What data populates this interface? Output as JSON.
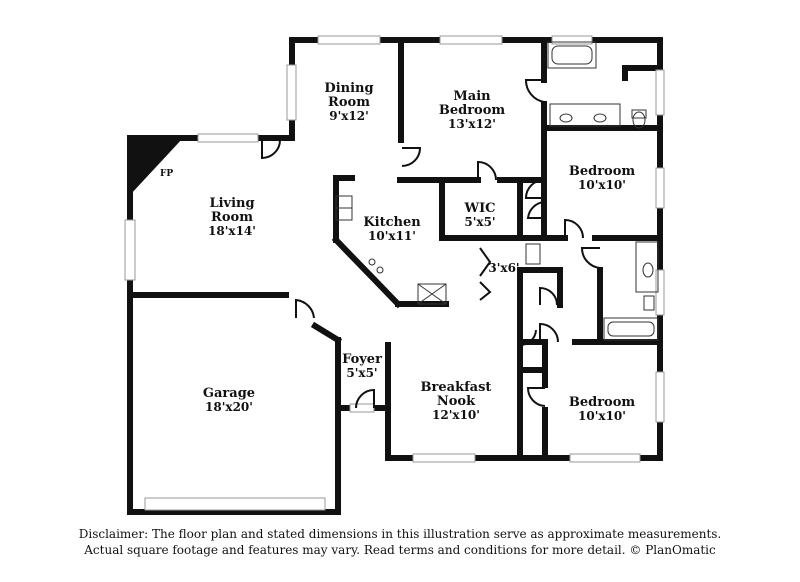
{
  "rooms": {
    "dining": {
      "name1": "Dining",
      "name2": "Room",
      "dim": "9'x12'"
    },
    "main_bedroom": {
      "name1": "Main",
      "name2": "Bedroom",
      "dim": "13'x12'"
    },
    "bedroom_ne": {
      "name": "Bedroom",
      "dim": "10'x10'"
    },
    "living": {
      "name1": "Living",
      "name2": "Room",
      "dim": "18'x14'"
    },
    "kitchen": {
      "name": "Kitchen",
      "dim": "10'x11'"
    },
    "wic": {
      "name": "WIC",
      "dim": "5'x5'"
    },
    "closet": {
      "dim": "3'x6'"
    },
    "garage": {
      "name": "Garage",
      "dim": "18'x20'"
    },
    "foyer": {
      "name": "Foyer",
      "dim": "5'x5'"
    },
    "breakfast": {
      "name1": "Breakfast",
      "name2": "Nook",
      "dim": "12'x10'"
    },
    "bedroom_se": {
      "name": "Bedroom",
      "dim": "10'x10'"
    },
    "fireplace": {
      "label": "FP"
    }
  },
  "disclaimer": {
    "line1": "Disclaimer: The floor plan and stated dimensions in this illustration serve as approximate measurements.",
    "line2": "Actual square footage and features may vary. Read terms and conditions for more detail. © PlanOmatic"
  }
}
